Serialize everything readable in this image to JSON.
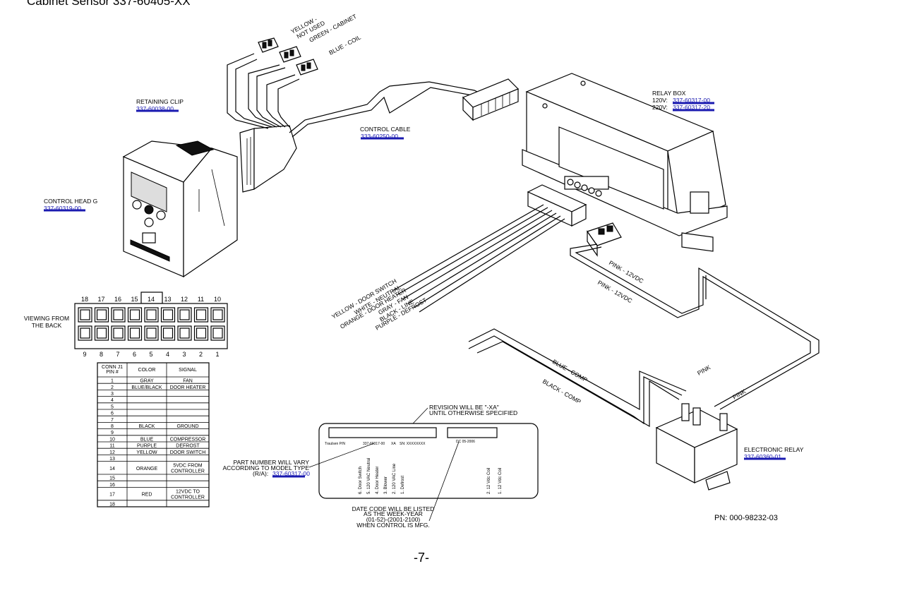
{
  "header": {
    "title": "Cabinet Sensor   337-60405-XX"
  },
  "connectors": {
    "yellow": "YELLOW -",
    "yellow2": "NOT USED",
    "green": "GREEN - CABINET",
    "blue": "BLUE - COIL"
  },
  "retaining_clip": {
    "label": "RETAINING CLIP",
    "pn": "337-60038-00"
  },
  "control_head": {
    "label": "CONTROL HEAD G",
    "pn": "337-60319-00"
  },
  "control_cable": {
    "label": "CONTROL CABLE",
    "pn": "333-60250-00"
  },
  "relay_box": {
    "label": "RELAY BOX",
    "l120": "120V:",
    "pn120": "337-60317-00",
    "l220": "220V:",
    "pn220": "337-60317-20"
  },
  "electronic_relay": {
    "label": "ELECTRONIC RELAY",
    "pn": "337-60360-01"
  },
  "wires": {
    "pink1": "PINK - 12VDC",
    "pink2": "PINK - 12VDC",
    "pink3": "PINK",
    "pink4": "PINK",
    "blue_comp": "BLUE - COMP",
    "black_comp": "BLACK - COMP",
    "bundle": [
      "YELLOW - DOOR SWITCH",
      "WHITE - NEUTRAL",
      "ORANGE - DOOR HEATER",
      "GRAY - FAN",
      "BLACK - LINE",
      "PURPLE - DEFROST"
    ]
  },
  "connector_view": {
    "label1": "VIEWING FROM",
    "label2": "THE BACK",
    "top_pins": [
      "18",
      "17",
      "16",
      "15",
      "14",
      "13",
      "12",
      "11",
      "10"
    ],
    "bottom_pins": [
      "9",
      "8",
      "7",
      "6",
      "5",
      "4",
      "3",
      "2",
      "1"
    ]
  },
  "pin_table": {
    "headers": [
      "CONN J1 PIN #",
      "COLOR",
      "SIGNAL"
    ],
    "rows": [
      [
        "1",
        "GRAY",
        "FAN"
      ],
      [
        "2",
        "BLUE/BLACK",
        "DOOR HEATER"
      ],
      [
        "3",
        "",
        ""
      ],
      [
        "4",
        "",
        ""
      ],
      [
        "5",
        "",
        ""
      ],
      [
        "6",
        "",
        ""
      ],
      [
        "7",
        "",
        ""
      ],
      [
        "8",
        "BLACK",
        "GROUND"
      ],
      [
        "9",
        "",
        ""
      ],
      [
        "10",
        "BLUE",
        "COMPRESSOR"
      ],
      [
        "11",
        "PURPLE",
        "DEFROST"
      ],
      [
        "12",
        "YELLOW",
        "DOOR SWITCH"
      ],
      [
        "13",
        "",
        ""
      ],
      [
        "14",
        "ORANGE",
        "5VDC FROM CONTROLLER"
      ],
      [
        "15",
        "",
        ""
      ],
      [
        "16",
        "",
        ""
      ],
      [
        "17",
        "RED",
        "12VDC TO CONTROLLER"
      ],
      [
        "18",
        "",
        ""
      ]
    ]
  },
  "label_plate": {
    "revision1": "REVISION WILL BE \"-XA\"",
    "revision2": "UNTIL OTHERWISE SPECIFIED",
    "tp": "Traulsen P/N",
    "pnval": "337-60317-00",
    "rev": "XA",
    "sn": "SN: XXXXXXXX",
    "dc": "DC 05-2006",
    "terminals": [
      "6. Door Switch",
      "5. 120 VAC Neutral",
      "4. Door Heater",
      "3. Blower",
      "2. 120 VAC Line",
      "1. Defrost"
    ],
    "coils": [
      "2. 12 Vdc Coil",
      "1. 12 Vdc Coil"
    ],
    "part1": "PART NUMBER WILL VARY",
    "part2": "ACCORDING TO MODEL TYPE",
    "part3": "(R/A):",
    "part_pn": "337-60317-00",
    "date1": "DATE CODE WILL BE LISTED",
    "date2": "AS THE WEEK-YEAR",
    "date3": "(01-52)-(2001-2100)",
    "date4": "WHEN CONTROL IS MFG."
  },
  "footer": {
    "pn": "PN: 000-98232-03",
    "page": "-7-"
  }
}
